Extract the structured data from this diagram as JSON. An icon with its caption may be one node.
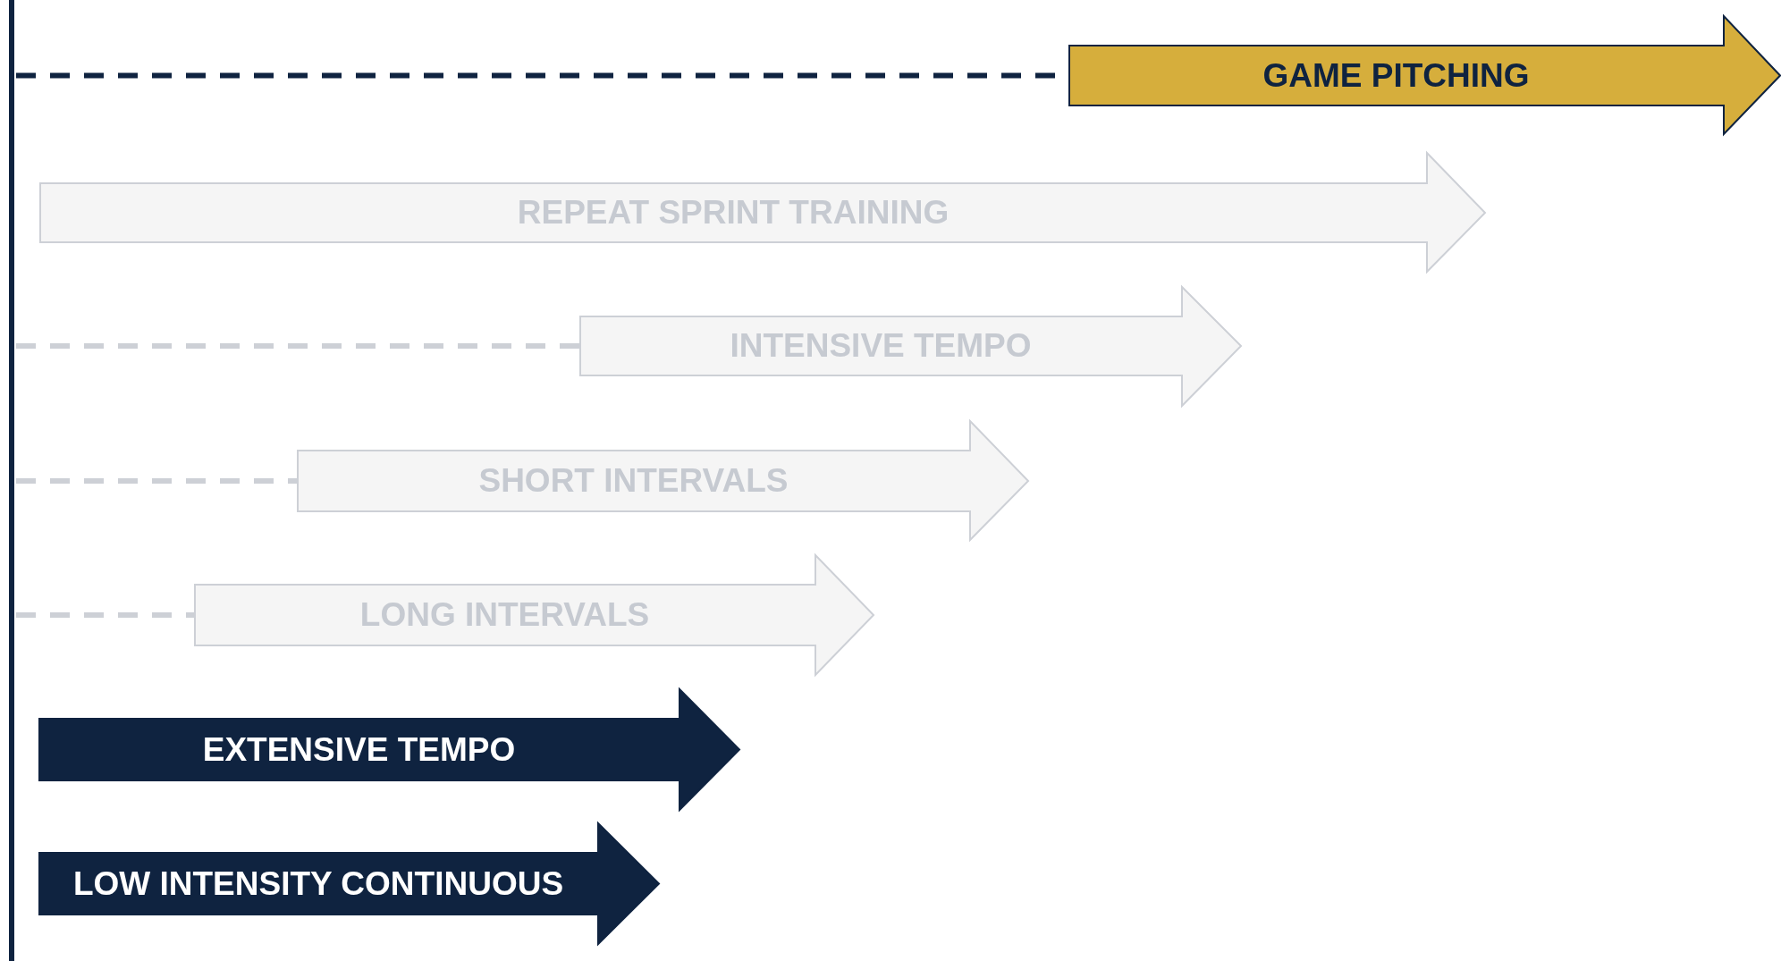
{
  "diagram": {
    "nodes": [
      {
        "text": [
          "GAME PITCHING"
        ]
      },
      {
        "text": [
          "REPEAT SPRINT TRAINING"
        ]
      },
      {
        "text": [
          "INTENSIVE TEMPO"
        ]
      },
      {
        "text": [
          "SHORT INTERVALS"
        ]
      },
      {
        "text": [
          "LONG INTERVALS"
        ]
      },
      {
        "text": [
          "EXTENSIVE TEMPO"
        ]
      },
      {
        "text": [
          "LOW INTENSITY CONTINUOUS"
        ]
      }
    ],
    "edges": [
      {
        "from": null,
        "to": 0,
        "arrow": "none",
        "style": "dashed",
        "color": "#0f2340"
      },
      {
        "from": null,
        "to": 2,
        "arrow": "none",
        "style": "dashed"
      },
      {
        "from": null,
        "to": 3,
        "arrow": "none",
        "style": "dashed"
      },
      {
        "from": null,
        "to": 4,
        "arrow": "none",
        "style": "dashed"
      }
    ]
  }
}
